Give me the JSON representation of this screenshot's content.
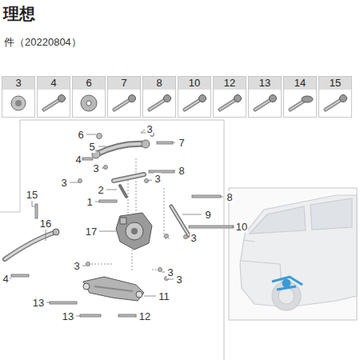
{
  "diagram": {
    "title": "理想",
    "nodes": [
      {
        "text": [
          "3"
        ]
      },
      {
        "text": [
          "4"
        ]
      },
      {
        "text": [
          "6"
        ]
      },
      {
        "text": [
          "7"
        ]
      },
      {
        "text": [
          "8"
        ]
      },
      {
        "text": [
          "10"
        ]
      },
      {
        "text": [
          "12"
        ]
      },
      {
        "text": [
          "13"
        ]
      },
      {
        "text": [
          "14"
        ]
      },
      {
        "text": [
          "15"
        ]
      }
    ],
    "labels": [
      "件（20220804）",
      "6",
      "3",
      "5",
      "7",
      "4",
      "3",
      "3",
      "8",
      "2",
      "3",
      "1",
      "8",
      "15",
      "9",
      "16",
      "17",
      "10",
      "3",
      "4",
      "3",
      "3",
      "3",
      "13",
      "11",
      "13",
      "12"
    ]
  }
}
